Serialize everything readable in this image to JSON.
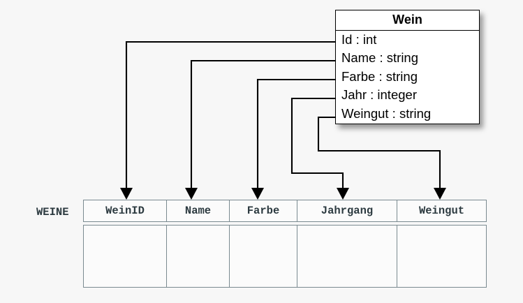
{
  "diagram": {
    "background_color": "#f7f7f7",
    "line_color": "#000000"
  },
  "uml_class": {
    "name": "Wein",
    "attributes": [
      {
        "label": "Id : int"
      },
      {
        "label": "Name : string"
      },
      {
        "label": "Farbe : string"
      },
      {
        "label": "Jahr : integer"
      },
      {
        "label": "Weingut : string"
      }
    ]
  },
  "relational_table": {
    "label": "WEINE",
    "border_color": "#7a8a90",
    "text_color": "#2c3a40",
    "columns": [
      {
        "label": "WeinID",
        "width": 119
      },
      {
        "label": "Name",
        "width": 90
      },
      {
        "label": "Farbe",
        "width": 97
      },
      {
        "label": "Jahrgang",
        "width": 143
      },
      {
        "label": "Weingut",
        "width": 127
      }
    ],
    "body_row_count": 1
  },
  "mappings": [
    {
      "from": "Id : int",
      "to": "WeinID"
    },
    {
      "from": "Name : string",
      "to": "Name"
    },
    {
      "from": "Farbe : string",
      "to": "Farbe"
    },
    {
      "from": "Jahr : integer",
      "to": "Jahrgang"
    },
    {
      "from": "Weingut : string",
      "to": "Weingut"
    }
  ]
}
